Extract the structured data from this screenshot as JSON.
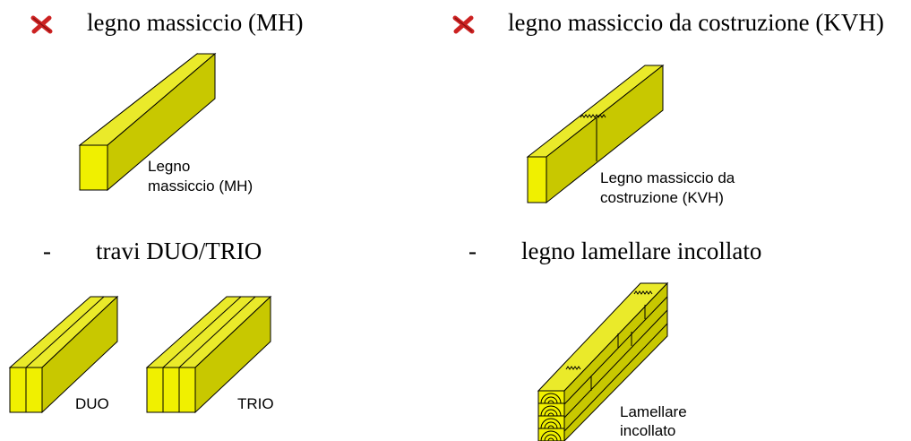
{
  "items": [
    {
      "marker": "cross",
      "heading": "legno massiccio (MH)",
      "caption_line1": "Legno",
      "caption_line2": "massiccio (MH)"
    },
    {
      "marker": "cross",
      "heading": "legno massiccio da costruzione (KVH)",
      "caption_line1": "Legno massiccio da",
      "caption_line2": "costruzione (KVH)"
    },
    {
      "marker": "dash",
      "marker_text": "-",
      "heading": "travi DUO/TRIO",
      "caption_duo": "DUO",
      "caption_trio": "TRIO"
    },
    {
      "marker": "dash",
      "marker_text": "-",
      "heading": "legno lamellare incollato",
      "caption_line1": "Lamellare",
      "caption_line2": "incollato"
    }
  ],
  "colors": {
    "wood_face": "#dede00",
    "wood_side": "#b9b900",
    "wood_end": "#f0f000",
    "marker_cross": "#cc2222"
  }
}
